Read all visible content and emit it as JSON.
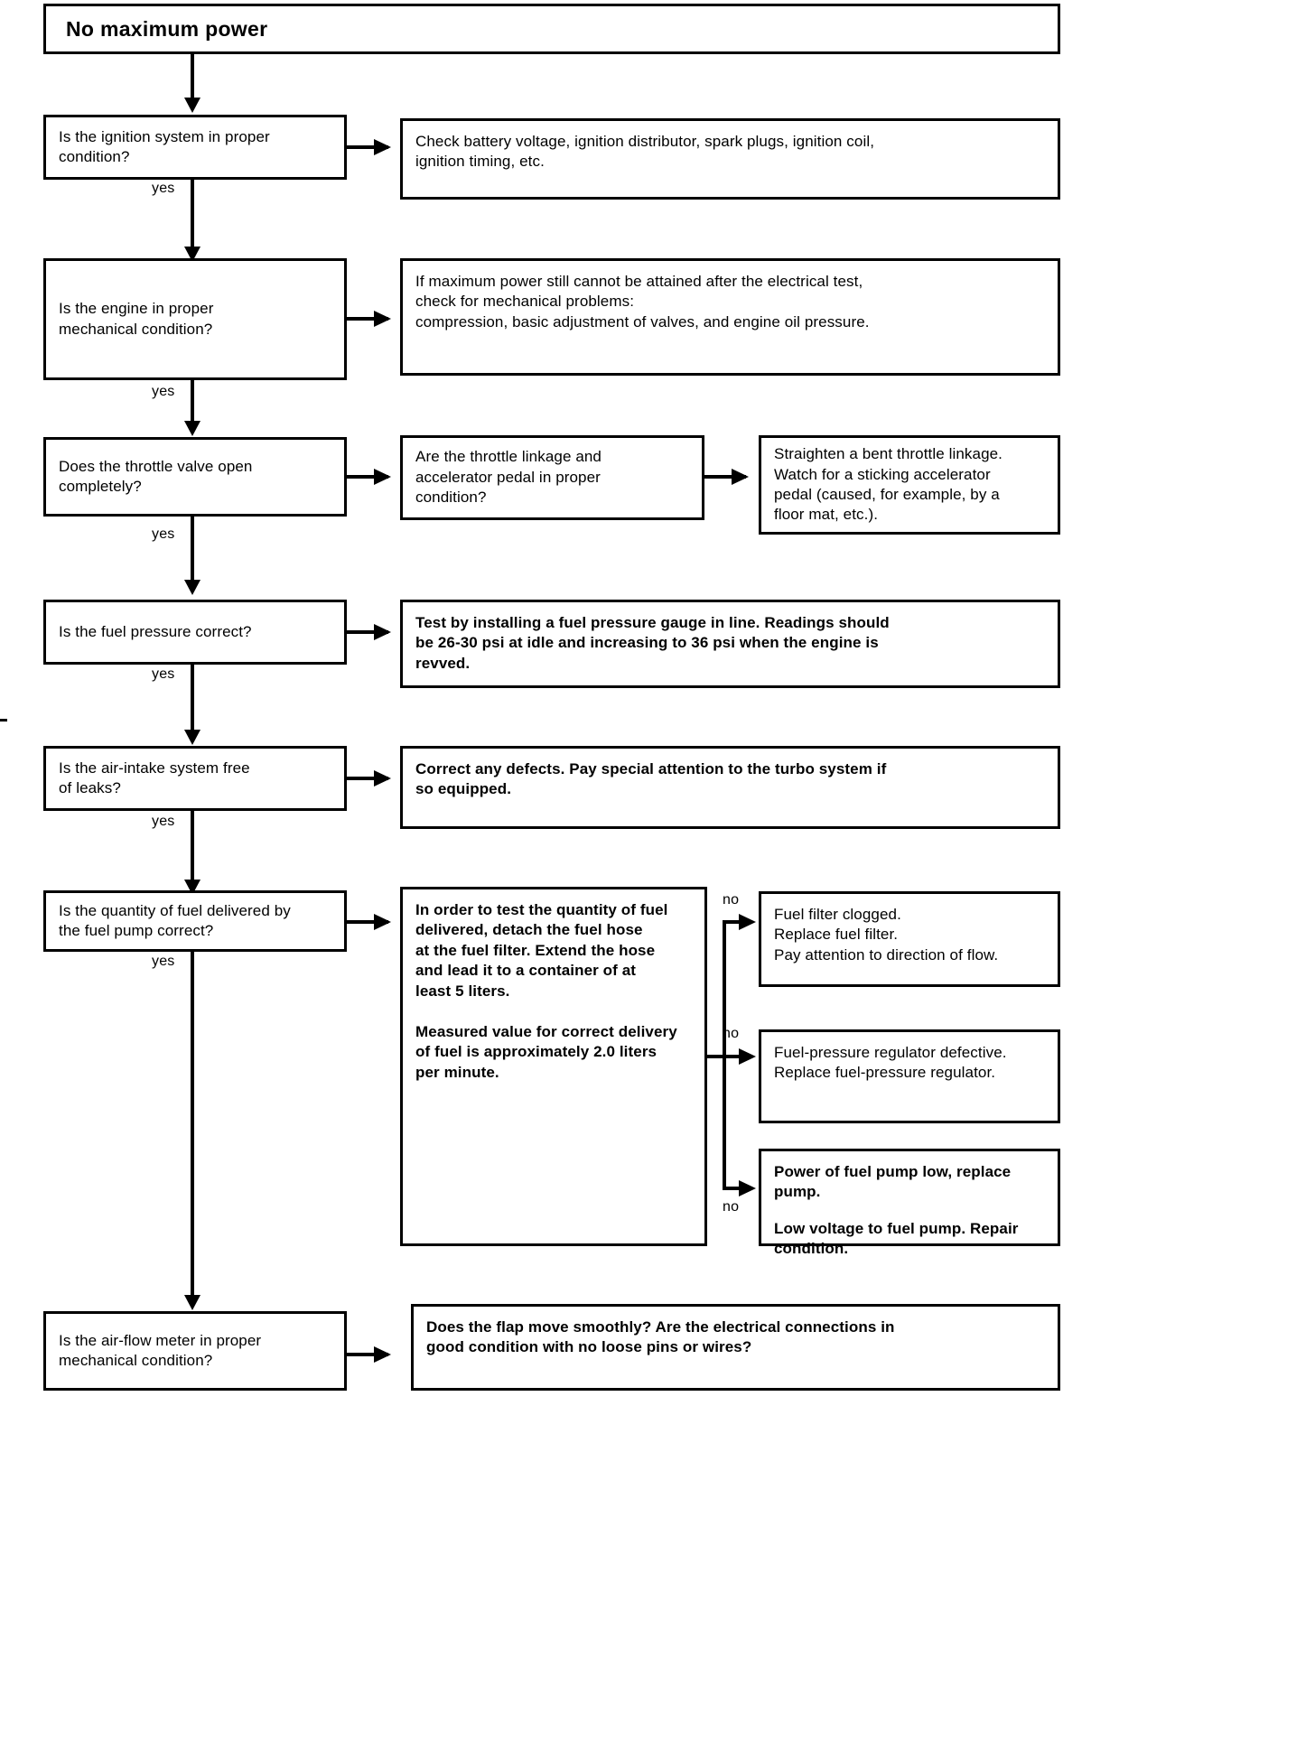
{
  "document": {
    "kind": "troubleshooting-flowchart",
    "title": "No maximum power"
  },
  "labels": {
    "yes": "yes",
    "no": "no"
  },
  "nodes": {
    "title": "No maximum power",
    "q1": "Is the ignition system in proper\ncondition?",
    "a1": "Check battery voltage, ignition distributor, spark plugs, ignition coil,\nignition timing, etc.",
    "q2": "Is the engine in proper\nmechanical condition?",
    "a2": "If maximum power still cannot be attained after the electrical test,\ncheck for mechanical problems:\ncompression, basic adjustment of valves, and engine oil pressure.",
    "q3": "Does the throttle valve open\ncompletely?",
    "a3": "Are the throttle linkage and\naccelerator pedal in proper\ncondition?",
    "a3b": "Straighten a bent throttle linkage.\nWatch for a sticking accelerator\npedal (caused, for example, by a\nfloor mat, etc.).",
    "q4": "Is the fuel pressure correct?",
    "a4": "Test by installing a fuel pressure gauge in line. Readings should\nbe 26-30 psi at idle and increasing to 36 psi when the engine is\nrevved.",
    "q5": "Is the air-intake system free\nof leaks?",
    "a5": "Correct any defects. Pay special attention to the turbo system if\nso equipped.",
    "q6": "Is the quantity of fuel delivered by\nthe fuel pump correct?",
    "a6": "In order to test the quantity of fuel\ndelivered, detach the fuel hose\nat the fuel filter. Extend the hose\nand lead it to a container of at\nleast 5 liters.\n\nMeasured value for correct delivery\nof fuel is approximately 2.0 liters\nper minute.",
    "a6r1": "Fuel filter clogged.\nReplace fuel filter.\nPay attention to direction of flow.",
    "a6r2": "Fuel-pressure regulator defective.\nReplace fuel-pressure regulator.",
    "a6r3a": "Power of fuel pump low, replace\npump.",
    "a6r3b": "Low voltage to fuel pump. Repair\ncondition.",
    "q7": "Is the air-flow meter in proper\nmechanical condition?",
    "a7": "Does the flap move smoothly? Are the electrical connections in\ngood condition with no loose pins or wires?"
  },
  "colors": {
    "ink": "#000000",
    "paper": "#ffffff"
  }
}
